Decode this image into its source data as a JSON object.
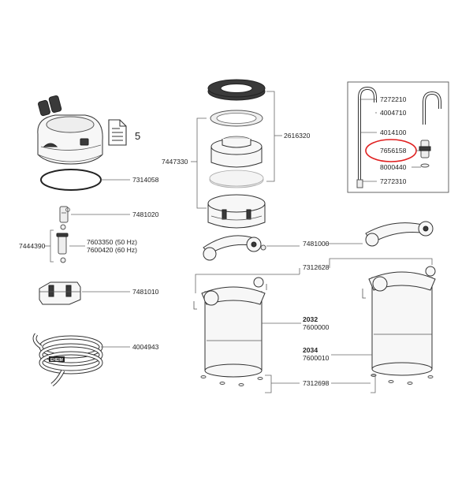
{
  "labels": {
    "page_count": "5",
    "gasket_lid": "7314058",
    "valve_top": "7481020",
    "adapter_group": "7444390",
    "adapter_50": "7603350 (50 Hz)",
    "adapter_60": "7600420 (60 Hz)",
    "clip": "7481010",
    "hose": "4004943",
    "basket_set": "7447330",
    "media_set": "2616320",
    "handle": "7481000",
    "clip_latch": "7312628",
    "model_a": "2032",
    "model_a_code": "7600000",
    "model_b": "2034",
    "model_b_code": "7600010",
    "feet": "7312698",
    "inlet_pipe": "7272210",
    "outlet_bend": "4004710",
    "holder": "4014100",
    "tap_highlighted": "7656158",
    "oring": "8000440",
    "intake_strainer": "7272310",
    "hose_brand": "EHEIM"
  },
  "highlight": {
    "target": "tap_highlighted",
    "color": "#e02020"
  }
}
